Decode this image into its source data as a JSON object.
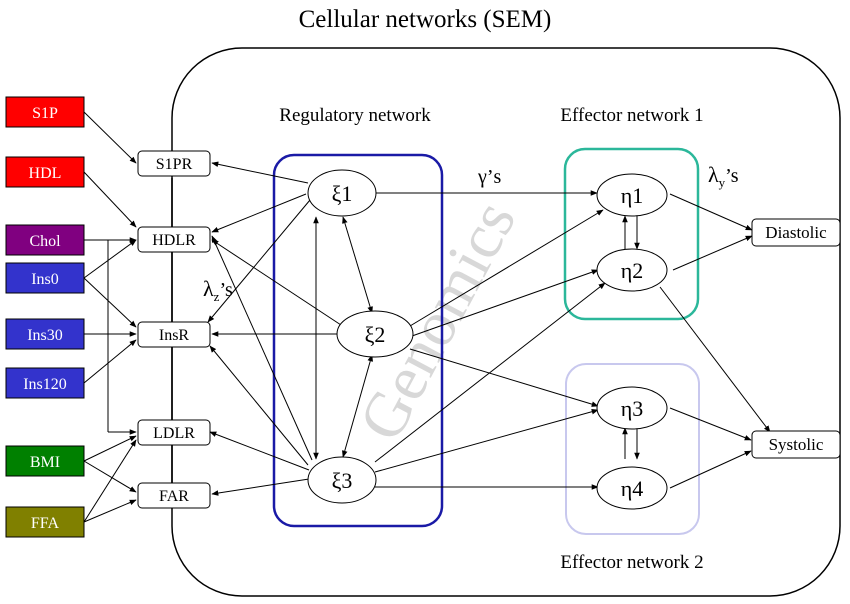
{
  "title": "Cellular networks (SEM)",
  "watermark": "Genomics",
  "labels": {
    "regulatory": "Regulatory network",
    "effector1": "Effector network 1",
    "effector2": "Effector network 2",
    "gammas": "γ’s",
    "lambda_y": "λ",
    "lambda_y_sub": "y",
    "lambda_y_suffix": "’s",
    "lambda_z": "λ",
    "lambda_z_sub": "z",
    "lambda_z_suffix": "’s"
  },
  "inputs": [
    {
      "id": "s1p",
      "label": "S1P",
      "color": "#ff0000"
    },
    {
      "id": "hdl",
      "label": "HDL",
      "color": "#ff0000"
    },
    {
      "id": "chol",
      "label": "Chol",
      "color": "#800080"
    },
    {
      "id": "ins0",
      "label": "Ins0",
      "color": "#3333cc"
    },
    {
      "id": "ins30",
      "label": "Ins30",
      "color": "#3333cc"
    },
    {
      "id": "ins120",
      "label": "Ins120",
      "color": "#3333cc"
    },
    {
      "id": "bmi",
      "label": "BMI",
      "color": "#008000"
    },
    {
      "id": "ffa",
      "label": "FFA",
      "color": "#808000"
    }
  ],
  "receptors": [
    {
      "id": "s1pr",
      "label": "S1PR"
    },
    {
      "id": "hdlr",
      "label": "HDLR"
    },
    {
      "id": "insr",
      "label": "InsR"
    },
    {
      "id": "ldlr",
      "label": "LDLR"
    },
    {
      "id": "far",
      "label": "FAR"
    }
  ],
  "xi_nodes": [
    {
      "id": "xi1",
      "label": "ξ1"
    },
    {
      "id": "xi2",
      "label": "ξ2"
    },
    {
      "id": "xi3",
      "label": "ξ3"
    }
  ],
  "eta_nodes": [
    {
      "id": "eta1",
      "label": "η1"
    },
    {
      "id": "eta2",
      "label": "η2"
    },
    {
      "id": "eta3",
      "label": "η3"
    },
    {
      "id": "eta4",
      "label": "η4"
    }
  ],
  "outputs": [
    {
      "id": "diastolic",
      "label": "Diastolic"
    },
    {
      "id": "systolic",
      "label": "Systolic"
    }
  ],
  "colors": {
    "regulatory_box": "#1a1aa6",
    "effector1_box": "#2bb79a",
    "effector2_box": "#c8c8ee",
    "watermark": "#d8d8d8",
    "input_text": "#ffffff"
  }
}
